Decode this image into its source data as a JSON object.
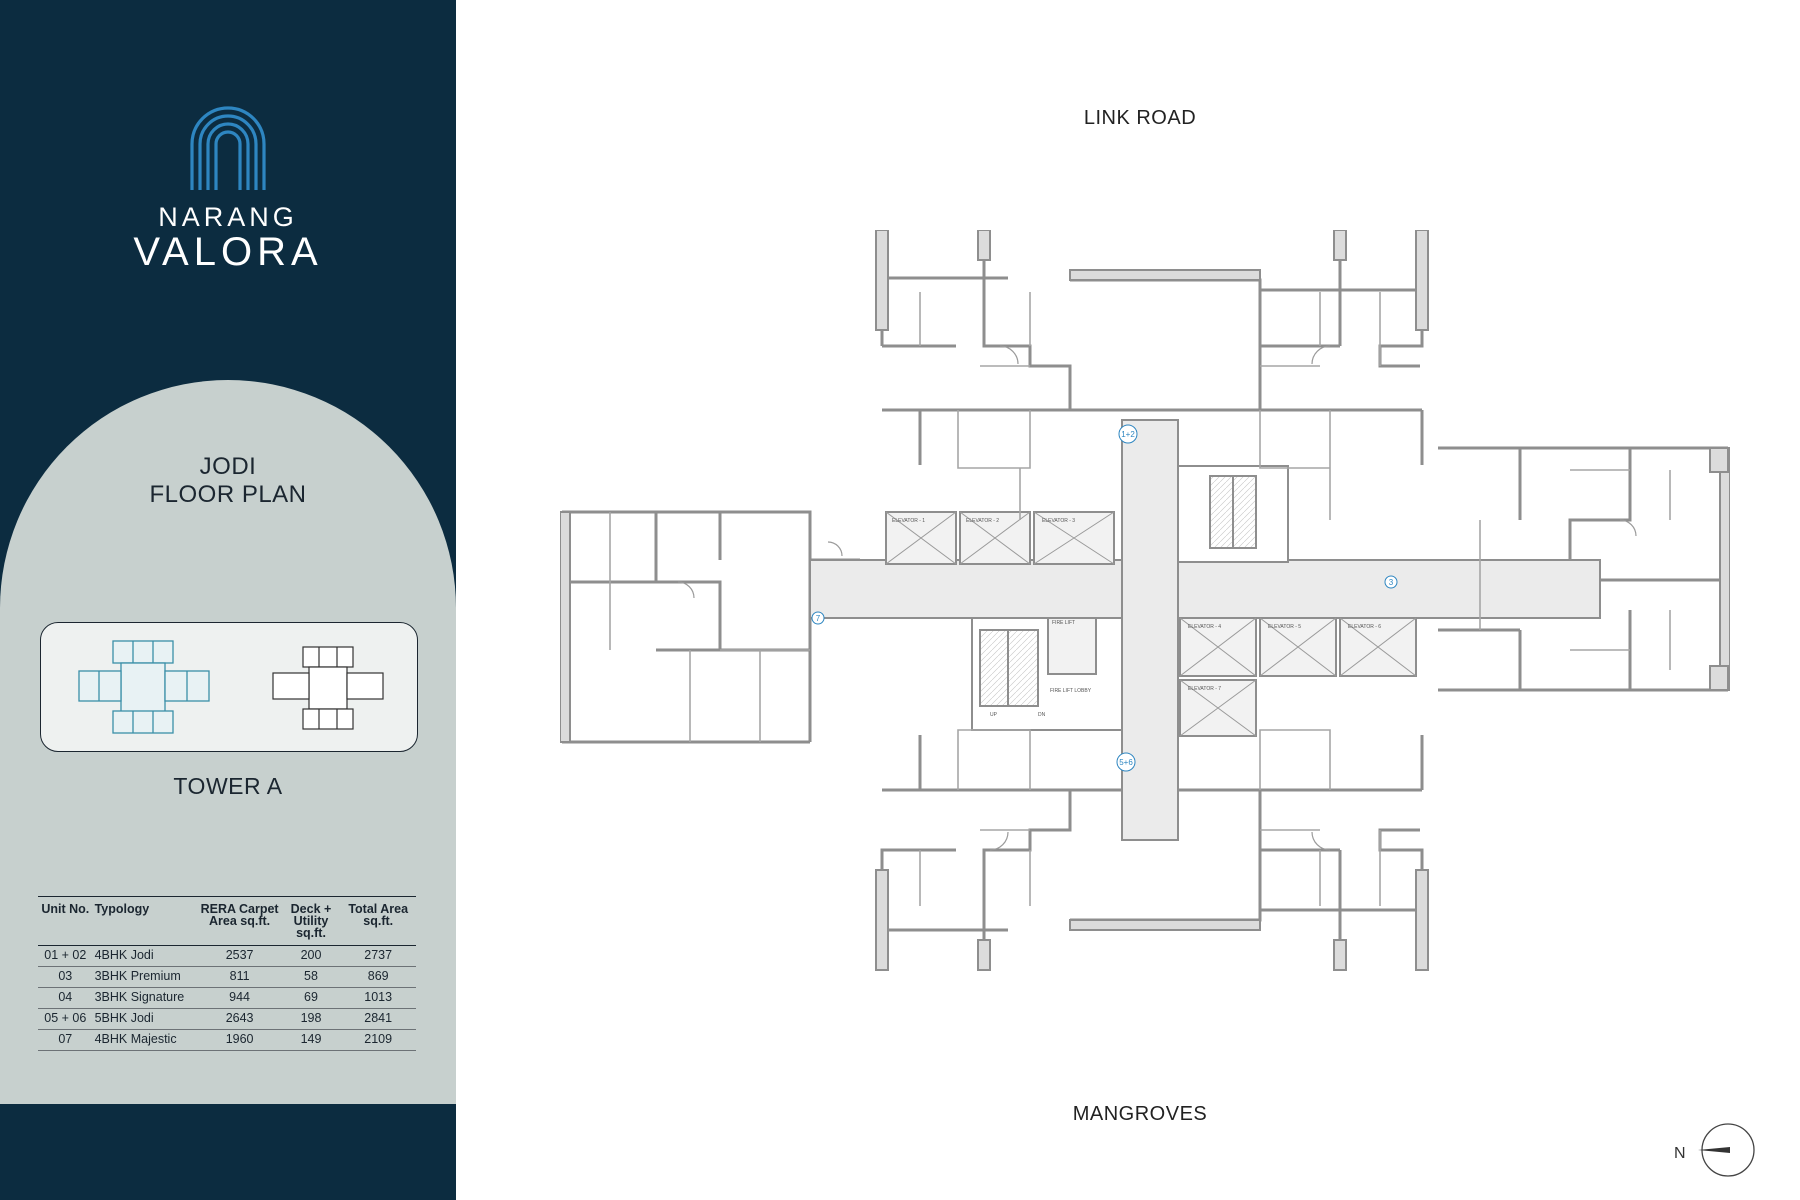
{
  "brand": {
    "line1": "NARANG",
    "line2": "VALORA",
    "logo_icon": "arch-logo-icon",
    "color_primary": "#0c2c40",
    "color_accent": "#2e86c1"
  },
  "plan_title": {
    "line1": "JODI",
    "line2": "FLOOR PLAN"
  },
  "tower": "TOWER A",
  "key_plan": {
    "highlight_color": "#3a8fa8"
  },
  "unit_table": {
    "headers": [
      "Unit No.",
      "Typology",
      "RERA Carpet Area sq.ft.",
      "Deck + Utility sq.ft.",
      "Total Area sq.ft."
    ],
    "rows": [
      {
        "unit": "01 + 02",
        "typology": "4BHK Jodi",
        "rera": "2537",
        "deck": "200",
        "total": "2737"
      },
      {
        "unit": "03",
        "typology": "3BHK Premium",
        "rera": "811",
        "deck": "58",
        "total": "869"
      },
      {
        "unit": "04",
        "typology": "3BHK Signature",
        "rera": "944",
        "deck": "69",
        "total": "1013"
      },
      {
        "unit": "05 + 06",
        "typology": "5BHK Jodi",
        "rera": "2643",
        "deck": "198",
        "total": "2841"
      },
      {
        "unit": "07",
        "typology": "4BHK Majestic",
        "rera": "1960",
        "deck": "149",
        "total": "2109"
      }
    ]
  },
  "directions": {
    "top": "LINK ROAD",
    "bottom": "MANGROVES"
  },
  "compass": {
    "label": "N",
    "icon": "north-arrow-icon"
  },
  "floor_plan": {
    "elevators": [
      "ELEVATOR - 1",
      "ELEVATOR - 2",
      "ELEVATOR - 3",
      "ELEVATOR - 4",
      "ELEVATOR - 5",
      "ELEVATOR - 6",
      "ELEVATOR - 7"
    ],
    "unit_markers": [
      "1+2",
      "3",
      "5+6",
      "7"
    ],
    "labels": {
      "fire_lift": "FIRE LIFT",
      "fire_lift_lobby": "FIRE LIFT LOBBY",
      "up": "UP",
      "dn": "DN"
    }
  }
}
